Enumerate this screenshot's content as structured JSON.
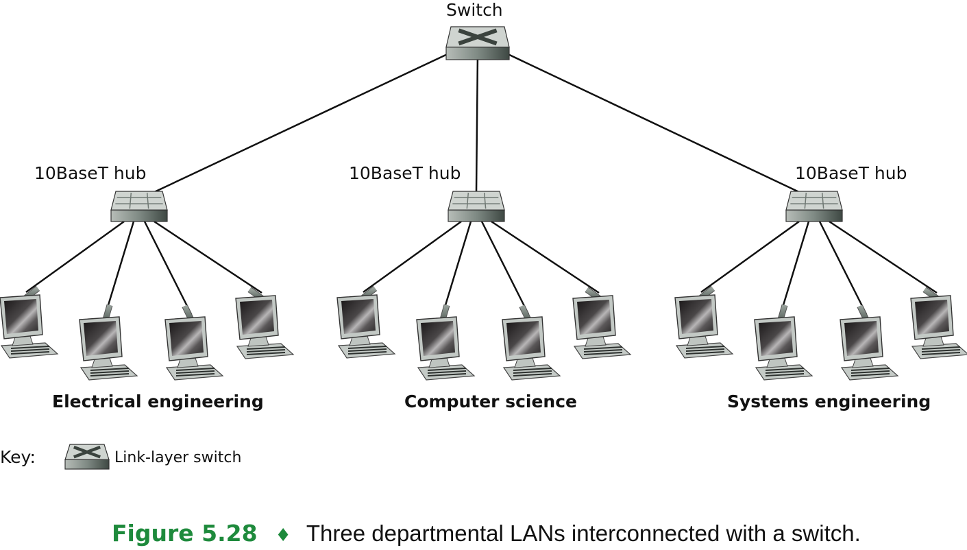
{
  "diagram": {
    "switch_label": "Switch",
    "hubs": [
      {
        "label": "10BaseT hub",
        "department": "Electrical engineering",
        "computers": 4
      },
      {
        "label": "10BaseT hub",
        "department": "Computer science",
        "computers": 4
      },
      {
        "label": "10BaseT hub",
        "department": "Systems engineering",
        "computers": 4
      }
    ],
    "key": {
      "label": "Key:",
      "item": "Link-layer switch"
    },
    "caption": {
      "figure": "Figure 5.28",
      "separator": "♦",
      "text": "Three departmental LANs interconnected with a switch."
    },
    "colors": {
      "figure_green": "#1e8a3c",
      "device_gray": "#c8cdc9",
      "screen_dark": "#1a1718"
    }
  }
}
